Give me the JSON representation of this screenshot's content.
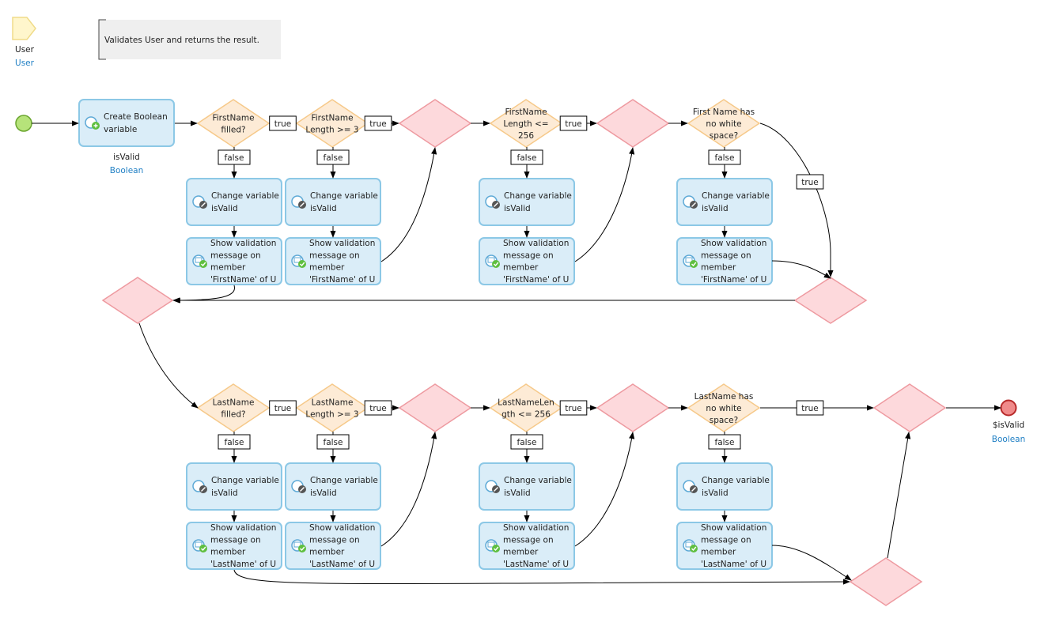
{
  "parameter": {
    "name": "User",
    "type": "User"
  },
  "annotation": "Validates User and returns the result.",
  "create_variable": {
    "label_lines": [
      "Create Boolean",
      "variable"
    ],
    "var_name": "isValid",
    "var_type": "Boolean"
  },
  "end_event": {
    "value": "$isValid",
    "type": "Boolean"
  },
  "flow_labels": {
    "true": "true",
    "false": "false"
  },
  "change_variable_lines": [
    "Change variable",
    "isValid"
  ],
  "first_name_row": {
    "decisions": [
      [
        "FirstName",
        "filled?"
      ],
      [
        "FirstName",
        "Length >= 3"
      ],
      [
        "FirstName",
        "Length <=",
        "256"
      ],
      [
        "First Name has",
        "no white",
        "space?"
      ]
    ],
    "message_lines": [
      "Show validation",
      "message on",
      "member",
      "'FirstName'  of U"
    ]
  },
  "last_name_row": {
    "decisions": [
      [
        "LastName",
        "filled?"
      ],
      [
        "LastName",
        "Length >= 3"
      ],
      [
        "LastNameLen",
        "gth <= 256"
      ],
      [
        "LastName has",
        "no white",
        "space?"
      ]
    ],
    "message_lines": [
      "Show validation",
      "message on",
      "member",
      "'LastName'  of U"
    ]
  }
}
